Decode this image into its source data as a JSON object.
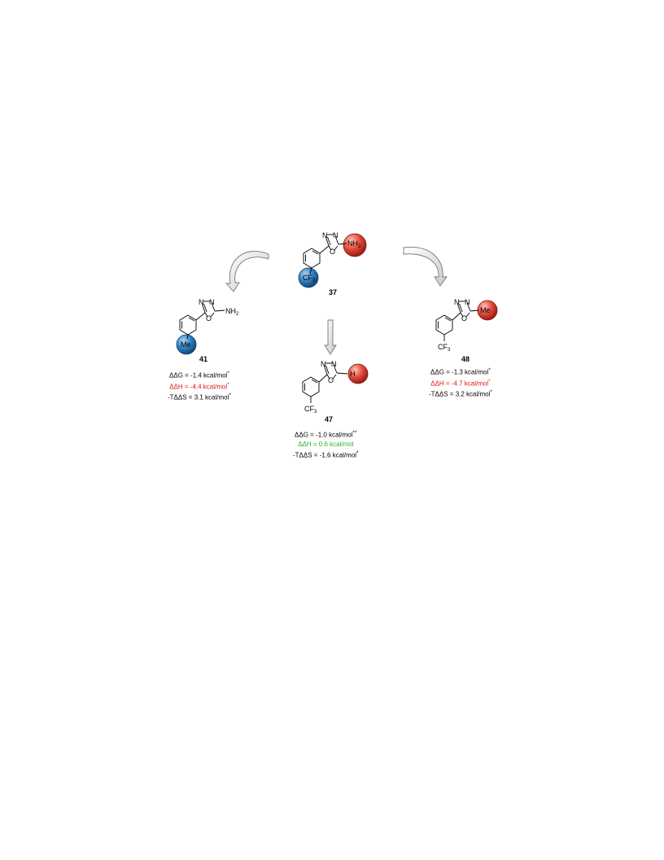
{
  "compounds": {
    "c37": {
      "id": "37",
      "left_group": "CF3",
      "right_group": "NH2",
      "n_label": "N"
    },
    "c41": {
      "id": "41",
      "left_group": "Me",
      "right_group": "NH2",
      "dG": "ΔΔG = -1.4 kcal/mol",
      "dG_sup": "*",
      "dH": "ΔΔH = -4.4 kcal/mol",
      "dH_sup": "*",
      "TdS": "-TΔΔS = 3.1 kcal/mol",
      "TdS_sup": "*"
    },
    "c47": {
      "id": "47",
      "left_group": "CF3",
      "right_group": "H",
      "dG": "ΔΔG = -1.0 kcal/mol",
      "dG_sup": "**",
      "dH": "ΔΔH = 0.6 kcal/mol",
      "TdS": "-TΔΔS = -1.6 kcal/mol",
      "TdS_sup": "*"
    },
    "c48": {
      "id": "48",
      "left_group": "CF3",
      "right_group": "Me",
      "dG": "ΔΔG = -1.3 kcal/mol",
      "dG_sup": "*",
      "dH": "ΔΔH = -4.7 kcal/mol",
      "dH_sup": "*",
      "TdS": "-TΔΔS = 3.2 kcal/mol",
      "TdS_sup": "*"
    }
  },
  "atoms": {
    "N": "N",
    "O": "O"
  },
  "colors": {
    "blue_highlight": "#2e7fc0",
    "red_highlight": "#e2493a",
    "text_red": "#e01818",
    "text_green": "#2ab82a",
    "arrow": "#777777"
  }
}
